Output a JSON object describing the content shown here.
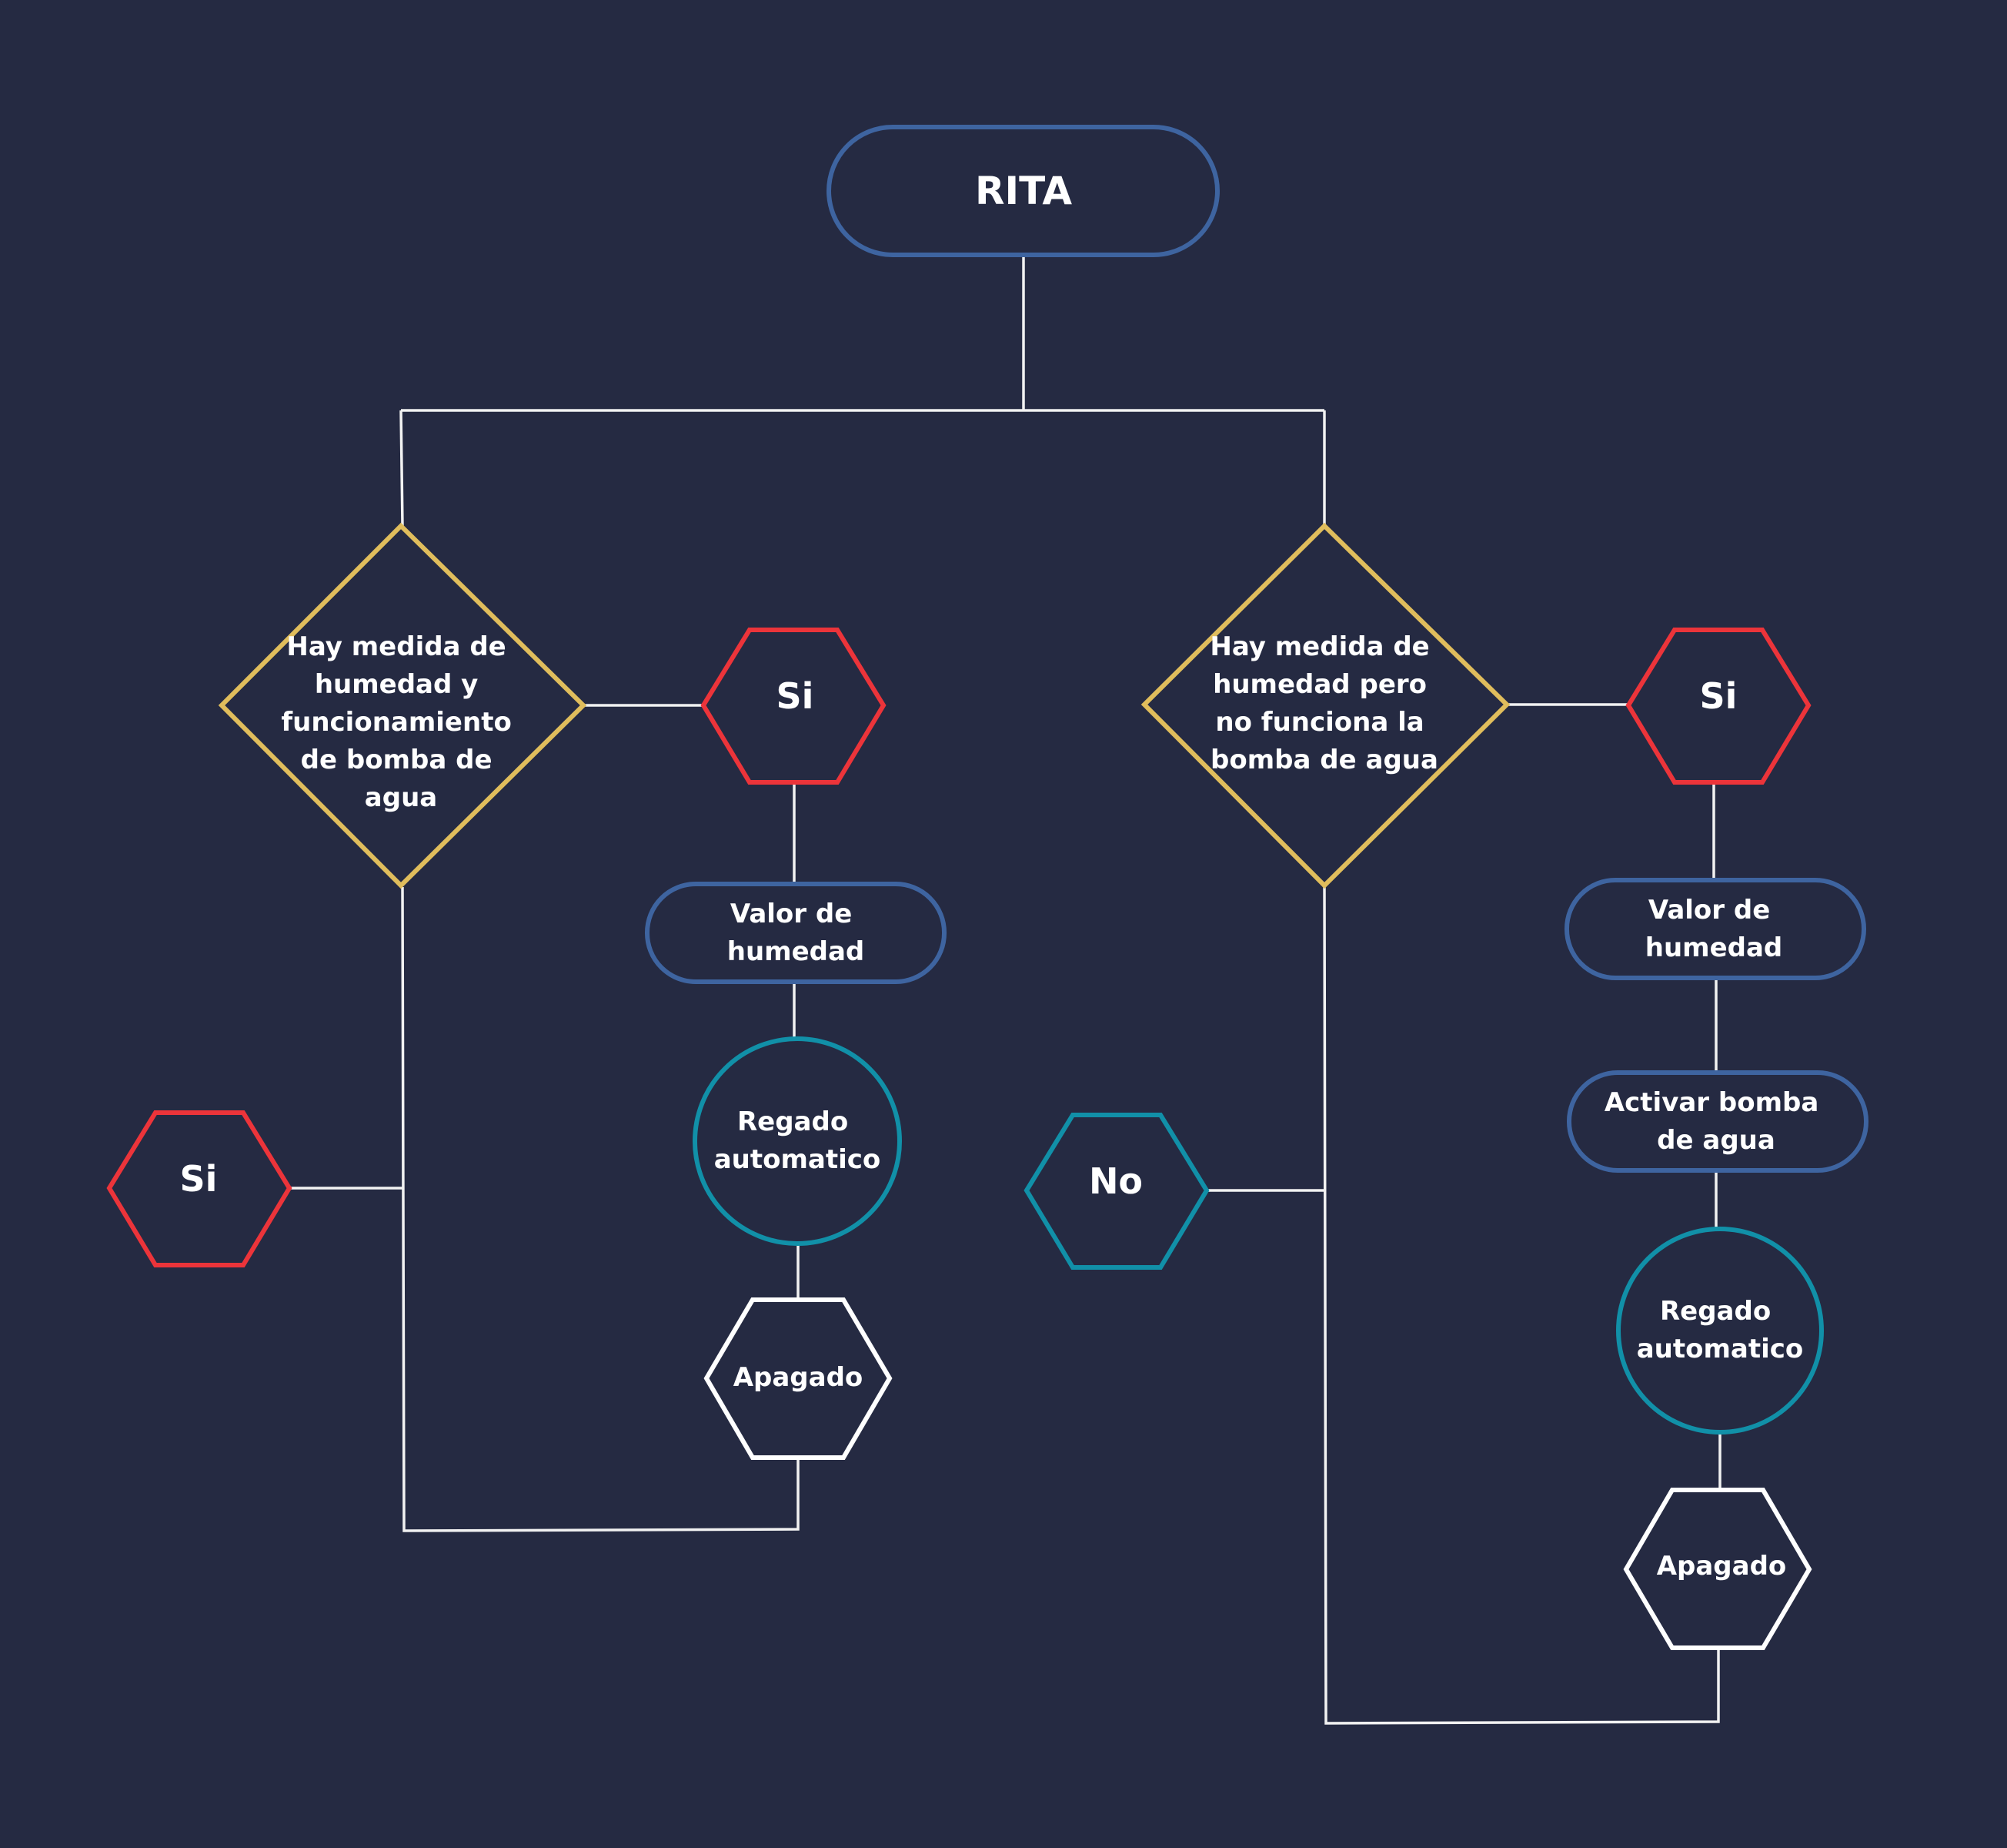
{
  "colors": {
    "background": "#252a42",
    "connector": "#f2f2f2",
    "terminal_blue": "#3e64a0",
    "decision_gold": "#e0bd5c",
    "yes_red": "#ec343a",
    "teal": "#1190a8",
    "off_white": "#ffffff",
    "text": "#ffffff"
  },
  "nodes": {
    "root": {
      "label": "RITA"
    },
    "decision_left": {
      "lines": [
        "Hay medida de",
        "humedad y",
        "funcionamiento",
        "de bomba de",
        "agua"
      ]
    },
    "decision_right": {
      "lines": [
        "Hay medida de",
        "humedad pero",
        "no funciona la",
        "bomba de agua"
      ]
    },
    "yes_left": {
      "label": "Si"
    },
    "yes_right": {
      "label": "Si"
    },
    "yes_far_left": {
      "label": "Si"
    },
    "no_right": {
      "label": "No"
    },
    "humidity_left": {
      "lines": [
        "Valor de",
        "humedad"
      ]
    },
    "humidity_right": {
      "lines": [
        "Valor de",
        "humedad"
      ]
    },
    "activate_pump": {
      "lines": [
        "Activar bomba",
        "de agua"
      ]
    },
    "irrigation_left": {
      "lines": [
        "Regado",
        "automatico"
      ]
    },
    "irrigation_right": {
      "lines": [
        "Regado",
        "automatico"
      ]
    },
    "off_left": {
      "label": "Apagado"
    },
    "off_right": {
      "label": "Apagado"
    }
  }
}
